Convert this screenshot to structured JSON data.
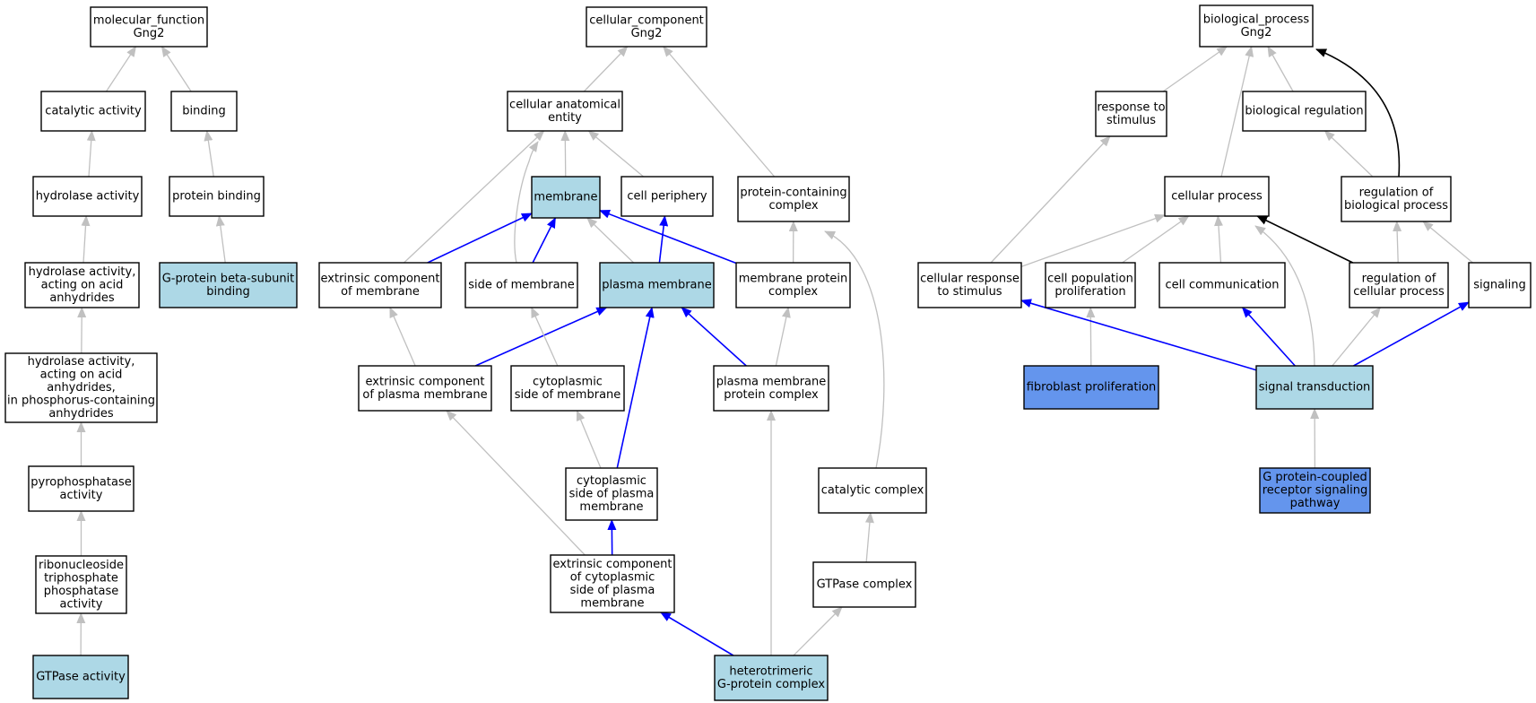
{
  "colors": {
    "node_default": "#ffffff",
    "node_light": "#add8e6",
    "node_dark": "#6495ed",
    "edge_gray": "#c0c0c0",
    "edge_blue": "#0000ff",
    "edge_black": "#000000"
  },
  "nodes": [
    {
      "id": "mf",
      "lines": [
        "molecular_function",
        "Gng2"
      ],
      "fill": "default"
    },
    {
      "id": "catalytic",
      "lines": [
        "catalytic activity"
      ],
      "fill": "default"
    },
    {
      "id": "binding",
      "lines": [
        "binding"
      ],
      "fill": "default"
    },
    {
      "id": "hydrolase",
      "lines": [
        "hydrolase activity"
      ],
      "fill": "default"
    },
    {
      "id": "protbinding",
      "lines": [
        "protein binding"
      ],
      "fill": "default"
    },
    {
      "id": "hydacid",
      "lines": [
        "hydrolase activity,",
        "acting on acid",
        "anhydrides"
      ],
      "fill": "default"
    },
    {
      "id": "gbeta",
      "lines": [
        "G-protein beta-subunit",
        "binding"
      ],
      "fill": "light"
    },
    {
      "id": "hydphos",
      "lines": [
        "hydrolase activity,",
        "acting on acid",
        "anhydrides,",
        "in phosphorus-containing",
        "anhydrides"
      ],
      "fill": "default"
    },
    {
      "id": "pyro",
      "lines": [
        "pyrophosphatase",
        "activity"
      ],
      "fill": "default"
    },
    {
      "id": "ribo",
      "lines": [
        "ribonucleoside",
        "triphosphate",
        "phosphatase",
        "activity"
      ],
      "fill": "default"
    },
    {
      "id": "gtpase",
      "lines": [
        "GTPase activity"
      ],
      "fill": "light"
    },
    {
      "id": "cc",
      "lines": [
        "cellular_component",
        "Gng2"
      ],
      "fill": "default"
    },
    {
      "id": "cae",
      "lines": [
        "cellular anatomical",
        "entity"
      ],
      "fill": "default"
    },
    {
      "id": "membrane",
      "lines": [
        "membrane"
      ],
      "fill": "light"
    },
    {
      "id": "periphery",
      "lines": [
        "cell periphery"
      ],
      "fill": "default"
    },
    {
      "id": "pcc",
      "lines": [
        "protein-containing",
        "complex"
      ],
      "fill": "default"
    },
    {
      "id": "extmem",
      "lines": [
        "extrinsic component",
        "of membrane"
      ],
      "fill": "default"
    },
    {
      "id": "sidemem",
      "lines": [
        "side of membrane"
      ],
      "fill": "default"
    },
    {
      "id": "plasma",
      "lines": [
        "plasma membrane"
      ],
      "fill": "light"
    },
    {
      "id": "mpc",
      "lines": [
        "membrane protein",
        "complex"
      ],
      "fill": "default"
    },
    {
      "id": "extpm",
      "lines": [
        "extrinsic component",
        "of plasma membrane"
      ],
      "fill": "default"
    },
    {
      "id": "cytoside",
      "lines": [
        "cytoplasmic",
        "side of membrane"
      ],
      "fill": "default"
    },
    {
      "id": "pmpc",
      "lines": [
        "plasma membrane",
        "protein complex"
      ],
      "fill": "default"
    },
    {
      "id": "cytopm",
      "lines": [
        "cytoplasmic",
        "side of plasma",
        "membrane"
      ],
      "fill": "default"
    },
    {
      "id": "catcomplex",
      "lines": [
        "catalytic complex"
      ],
      "fill": "default"
    },
    {
      "id": "extcyto",
      "lines": [
        "extrinsic component",
        "of cytoplasmic",
        "side of plasma",
        "membrane"
      ],
      "fill": "default"
    },
    {
      "id": "gtpcomplex",
      "lines": [
        "GTPase complex"
      ],
      "fill": "default"
    },
    {
      "id": "hetero",
      "lines": [
        "heterotrimeric",
        "G-protein complex"
      ],
      "fill": "light"
    },
    {
      "id": "bp",
      "lines": [
        "biological_process",
        "Gng2"
      ],
      "fill": "default"
    },
    {
      "id": "response",
      "lines": [
        "response to",
        "stimulus"
      ],
      "fill": "default"
    },
    {
      "id": "bioreg",
      "lines": [
        "biological regulation"
      ],
      "fill": "default"
    },
    {
      "id": "cellproc",
      "lines": [
        "cellular process"
      ],
      "fill": "default"
    },
    {
      "id": "regbio",
      "lines": [
        "regulation of",
        "biological process"
      ],
      "fill": "default"
    },
    {
      "id": "cellresp",
      "lines": [
        "cellular response",
        "to stimulus"
      ],
      "fill": "default"
    },
    {
      "id": "cellpop",
      "lines": [
        "cell population",
        "proliferation"
      ],
      "fill": "default"
    },
    {
      "id": "cellcomm",
      "lines": [
        "cell communication"
      ],
      "fill": "default"
    },
    {
      "id": "regcell",
      "lines": [
        "regulation of",
        "cellular process"
      ],
      "fill": "default"
    },
    {
      "id": "signaling",
      "lines": [
        "signaling"
      ],
      "fill": "default"
    },
    {
      "id": "fibro",
      "lines": [
        "fibroblast proliferation"
      ],
      "fill": "dark"
    },
    {
      "id": "signal",
      "lines": [
        "signal transduction"
      ],
      "fill": "light"
    },
    {
      "id": "gpcr",
      "lines": [
        "G protein-coupled",
        "receptor signaling",
        "pathway"
      ],
      "fill": "dark"
    }
  ],
  "edges": [
    {
      "from": "catalytic",
      "to": "mf",
      "color": "gray"
    },
    {
      "from": "binding",
      "to": "mf",
      "color": "gray"
    },
    {
      "from": "hydrolase",
      "to": "catalytic",
      "color": "gray"
    },
    {
      "from": "protbinding",
      "to": "binding",
      "color": "gray"
    },
    {
      "from": "hydacid",
      "to": "hydrolase",
      "color": "gray"
    },
    {
      "from": "gbeta",
      "to": "protbinding",
      "color": "gray"
    },
    {
      "from": "hydphos",
      "to": "hydacid",
      "color": "gray"
    },
    {
      "from": "pyro",
      "to": "hydphos",
      "color": "gray"
    },
    {
      "from": "ribo",
      "to": "pyro",
      "color": "gray"
    },
    {
      "from": "gtpase",
      "to": "ribo",
      "color": "gray"
    },
    {
      "from": "cae",
      "to": "cc",
      "color": "gray"
    },
    {
      "from": "pcc",
      "to": "cc",
      "color": "gray"
    },
    {
      "from": "membrane",
      "to": "cae",
      "color": "gray"
    },
    {
      "from": "periphery",
      "to": "cae",
      "color": "gray"
    },
    {
      "from": "extmem",
      "to": "cae",
      "color": "gray"
    },
    {
      "from": "sidemem",
      "to": "cae",
      "color": "gray",
      "curve": true
    },
    {
      "from": "extmem",
      "to": "membrane",
      "color": "blue"
    },
    {
      "from": "sidemem",
      "to": "membrane",
      "color": "blue"
    },
    {
      "from": "plasma",
      "to": "membrane",
      "color": "gray"
    },
    {
      "from": "mpc",
      "to": "membrane",
      "color": "blue"
    },
    {
      "from": "plasma",
      "to": "periphery",
      "color": "blue"
    },
    {
      "from": "mpc",
      "to": "pcc",
      "color": "gray"
    },
    {
      "from": "extpm",
      "to": "extmem",
      "color": "gray"
    },
    {
      "from": "extpm",
      "to": "plasma",
      "color": "blue"
    },
    {
      "from": "cytoside",
      "to": "sidemem",
      "color": "gray"
    },
    {
      "from": "pmpc",
      "to": "plasma",
      "color": "blue"
    },
    {
      "from": "pmpc",
      "to": "mpc",
      "color": "gray"
    },
    {
      "from": "cytopm",
      "to": "cytoside",
      "color": "gray"
    },
    {
      "from": "cytopm",
      "to": "plasma",
      "color": "blue"
    },
    {
      "from": "catcomplex",
      "to": "pcc",
      "color": "gray",
      "curve": true
    },
    {
      "from": "extcyto",
      "to": "extpm",
      "color": "gray"
    },
    {
      "from": "extcyto",
      "to": "cytopm",
      "color": "blue"
    },
    {
      "from": "gtpcomplex",
      "to": "catcomplex",
      "color": "gray"
    },
    {
      "from": "hetero",
      "to": "extcyto",
      "color": "blue"
    },
    {
      "from": "hetero",
      "to": "pmpc",
      "color": "gray"
    },
    {
      "from": "hetero",
      "to": "gtpcomplex",
      "color": "gray"
    },
    {
      "from": "response",
      "to": "bp",
      "color": "gray"
    },
    {
      "from": "bioreg",
      "to": "bp",
      "color": "gray"
    },
    {
      "from": "cellproc",
      "to": "bp",
      "color": "gray"
    },
    {
      "from": "regbio",
      "to": "bp",
      "color": "black",
      "curve": true
    },
    {
      "from": "regbio",
      "to": "bioreg",
      "color": "gray"
    },
    {
      "from": "cellresp",
      "to": "response",
      "color": "gray"
    },
    {
      "from": "cellresp",
      "to": "cellproc",
      "color": "gray"
    },
    {
      "from": "cellpop",
      "to": "cellproc",
      "color": "gray"
    },
    {
      "from": "cellcomm",
      "to": "cellproc",
      "color": "gray"
    },
    {
      "from": "regcell",
      "to": "cellproc",
      "color": "black"
    },
    {
      "from": "regcell",
      "to": "regbio",
      "color": "gray"
    },
    {
      "from": "signaling",
      "to": "regbio",
      "color": "gray"
    },
    {
      "from": "fibro",
      "to": "cellpop",
      "color": "gray"
    },
    {
      "from": "signal",
      "to": "cellresp",
      "color": "blue"
    },
    {
      "from": "signal",
      "to": "cellcomm",
      "color": "blue"
    },
    {
      "from": "signal",
      "to": "regcell",
      "color": "gray"
    },
    {
      "from": "signal",
      "to": "signaling",
      "color": "blue"
    },
    {
      "from": "signal",
      "to": "cellproc",
      "color": "gray",
      "curve": true
    },
    {
      "from": "gpcr",
      "to": "signal",
      "color": "gray"
    }
  ]
}
